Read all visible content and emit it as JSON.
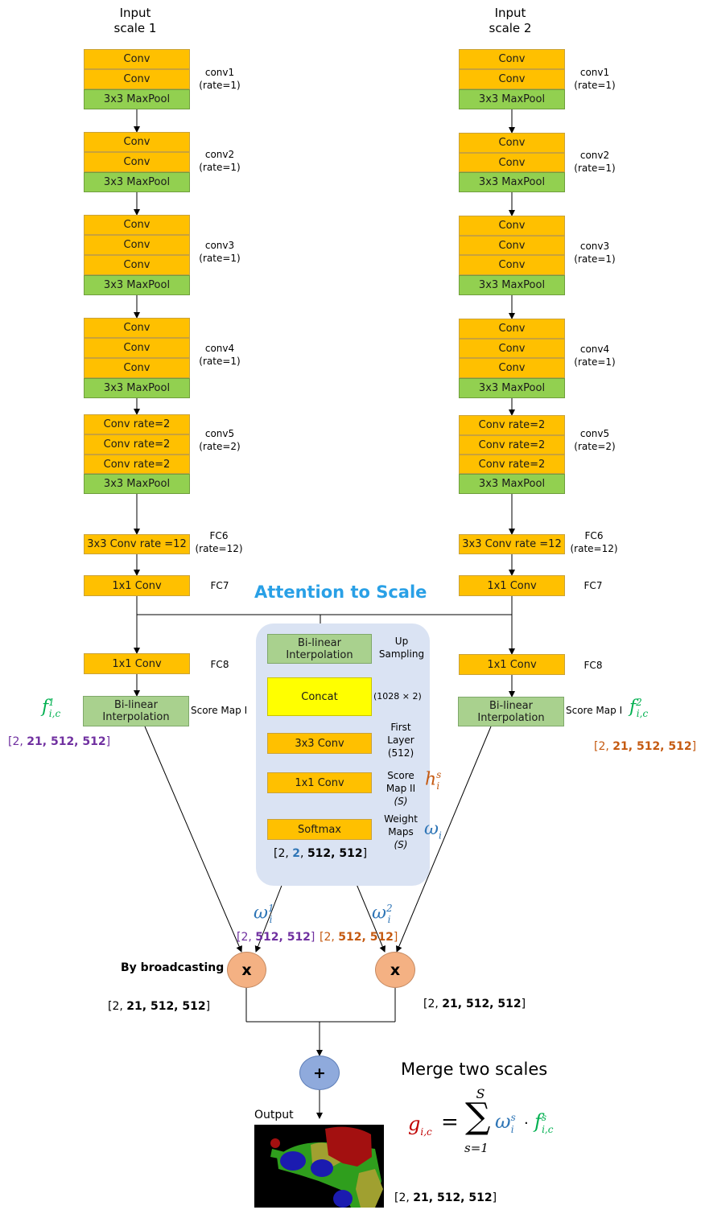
{
  "left": {
    "title_line1": "Input",
    "title_line2": "scale 1",
    "conv1": {
      "b1": "Conv",
      "b2": "Conv",
      "pool": "3x3 MaxPool",
      "label": "conv1",
      "rate": "(rate=1)"
    },
    "conv2": {
      "b1": "Conv",
      "b2": "Conv",
      "pool": "3x3 MaxPool",
      "label": "conv2",
      "rate": "(rate=1)"
    },
    "conv3": {
      "b1": "Conv",
      "b2": "Conv",
      "b3": "Conv",
      "pool": "3x3 MaxPool",
      "label": "conv3",
      "rate": "(rate=1)"
    },
    "conv4": {
      "b1": "Conv",
      "b2": "Conv",
      "b3": "Conv",
      "pool": "3x3 MaxPool",
      "label": "conv4",
      "rate": "(rate=1)"
    },
    "conv5": {
      "b1": "Conv rate=2",
      "b2": "Conv rate=2",
      "b3": "Conv rate=2",
      "pool": "3x3 MaxPool",
      "label": "conv5",
      "rate": "(rate=2)"
    },
    "fc6": {
      "block": "3x3 Conv rate =12",
      "label": "FC6",
      "rate": "(rate=12)"
    },
    "fc7": {
      "block": "1x1 Conv",
      "label": "FC7"
    },
    "fc8": {
      "block": "1x1 Conv",
      "label": "FC8"
    },
    "interp": {
      "line1": "Bi-linear",
      "line2": "Interpolation",
      "label": "Score Map I"
    },
    "dims": {
      "open": "[2, ",
      "c": "21, 512, 512",
      "close": "]"
    }
  },
  "right": {
    "title_line1": "Input",
    "title_line2": "scale 2",
    "conv1": {
      "b1": "Conv",
      "b2": "Conv",
      "pool": "3x3 MaxPool",
      "label": "conv1",
      "rate": "(rate=1)"
    },
    "conv2": {
      "b1": "Conv",
      "b2": "Conv",
      "pool": "3x3 MaxPool",
      "label": "conv2",
      "rate": "(rate=1)"
    },
    "conv3": {
      "b1": "Conv",
      "b2": "Conv",
      "b3": "Conv",
      "pool": "3x3 MaxPool",
      "label": "conv3",
      "rate": "(rate=1)"
    },
    "conv4": {
      "b1": "Conv",
      "b2": "Conv",
      "b3": "Conv",
      "pool": "3x3 MaxPool",
      "label": "conv4",
      "rate": "(rate=1)"
    },
    "conv5": {
      "b1": "Conv rate=2",
      "b2": "Conv rate=2",
      "b3": "Conv rate=2",
      "pool": "3x3 MaxPool",
      "label": "conv5",
      "rate": "(rate=2)"
    },
    "fc6": {
      "block": "3x3 Conv rate =12",
      "label": "FC6",
      "rate": "(rate=12)"
    },
    "fc7": {
      "block": "1x1 Conv",
      "label": "FC7"
    },
    "fc8": {
      "block": "1x1 Conv",
      "label": "FC8"
    },
    "interp": {
      "line1": "Bi-linear",
      "line2": "Interpolation",
      "label": "Score Map I"
    },
    "dims": {
      "open": "[2, ",
      "c": "21, 512, 512",
      "close": "]"
    }
  },
  "attention": {
    "title": "Attention to Scale",
    "interp": {
      "line1": "Bi-linear",
      "line2": "Interpolation",
      "label1": "Up",
      "label2": "Sampling"
    },
    "concat": {
      "block": "Concat",
      "label": "(1028 × 2)"
    },
    "first": {
      "block": "3x3 Conv",
      "label1": "First",
      "label2": "Layer",
      "label3": "(512)"
    },
    "score": {
      "block": "1x1 Conv",
      "label1": "Score",
      "label2": "Map II",
      "label3": "(S)"
    },
    "softmax": {
      "block": "Softmax",
      "label1": "Weight",
      "label2": "Maps",
      "label3": "(S)"
    },
    "dims": {
      "open": "[2, ",
      "s": "2",
      "sep": ", ",
      "rest": "512, 512",
      "close": "]"
    }
  },
  "math": {
    "f_base": "f",
    "f_sub": "i,c",
    "f_sup1": "1",
    "f_sup2": "2",
    "h_base": "h",
    "h_sub": "i",
    "h_sup": "s",
    "w_base": "ω",
    "w_sub": "i",
    "w_sup1": "1",
    "w_sup2": "2"
  },
  "weights": {
    "w1_dims": {
      "open": "[2, ",
      "rest": "512, 512",
      "close": "]"
    },
    "w2_dims": {
      "open": "[2, ",
      "rest": "512, 512",
      "close": "]"
    }
  },
  "merge": {
    "broadcast_label": "By broadcasting",
    "mul_symbol": "x",
    "add_symbol": "+",
    "left_dims": {
      "open": "[2, ",
      "rest": "21, 512, 512",
      "close": "]"
    },
    "right_dims": {
      "open": "[2, ",
      "rest": "21, 512, 512",
      "close": "]"
    },
    "title": "Merge two scales",
    "output_label": "Output",
    "output_dims": {
      "open": "[2, ",
      "rest": "21, 512, 512",
      "close": "]"
    },
    "eq": {
      "g": "g",
      "g_sub": "i,c",
      "equals": "=",
      "sum": "∑",
      "upper": "S",
      "lower": "s=1",
      "w": "ω",
      "w_sub": "i",
      "w_sup": "s",
      "dot": "·",
      "f": "f",
      "f_sub": "i,c",
      "f_sup": "s"
    }
  },
  "colors": {
    "conv": "#ffc000",
    "pool": "#92d050",
    "interp": "#a9d18e",
    "concat": "#ffff00",
    "attention_bg": "#dae3f3",
    "attention_title": "#29a0e6",
    "multiply": "#f4b183",
    "add": "#8faadc",
    "purple": "#7030a0",
    "orange": "#c55a11",
    "green": "#00b050",
    "blue": "#2e75b6",
    "red": "#c00000"
  }
}
